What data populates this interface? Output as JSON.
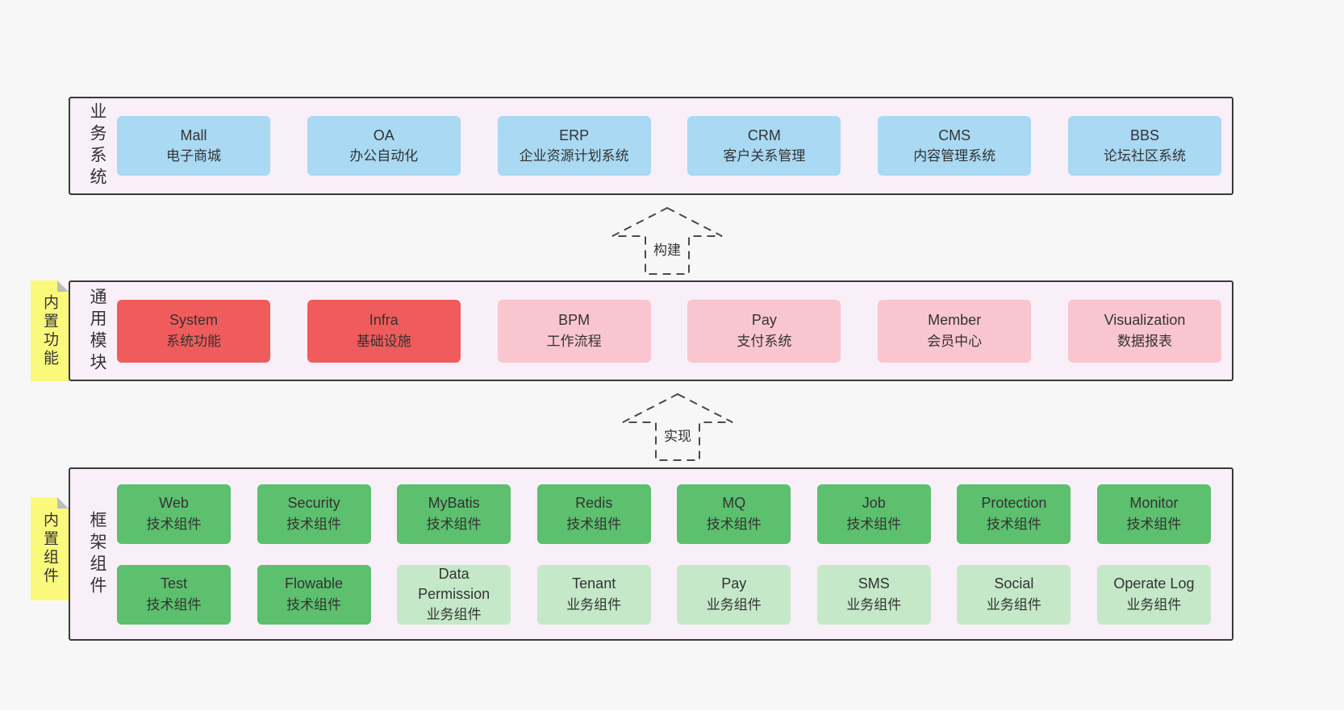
{
  "arrows": [
    {
      "label": "构建"
    },
    {
      "label": "实现"
    }
  ],
  "stickies": [
    {
      "label": "内置功能"
    },
    {
      "label": "内置组件"
    }
  ],
  "bands": [
    {
      "label": "业务系统",
      "boxes": [
        {
          "title": "Mall",
          "subtitle": "电子商城"
        },
        {
          "title": "OA",
          "subtitle": "办公自动化"
        },
        {
          "title": "ERP",
          "subtitle": "企业资源计划系统"
        },
        {
          "title": "CRM",
          "subtitle": "客户关系管理"
        },
        {
          "title": "CMS",
          "subtitle": "内容管理系统"
        },
        {
          "title": "BBS",
          "subtitle": "论坛社区系统"
        }
      ]
    },
    {
      "label": "通用模块",
      "boxes": [
        {
          "title": "System",
          "subtitle": "系统功能",
          "variant": "red"
        },
        {
          "title": "Infra",
          "subtitle": "基础设施",
          "variant": "red"
        },
        {
          "title": "BPM",
          "subtitle": "工作流程",
          "variant": "pink"
        },
        {
          "title": "Pay",
          "subtitle": "支付系统",
          "variant": "pink"
        },
        {
          "title": "Member",
          "subtitle": "会员中心",
          "variant": "pink"
        },
        {
          "title": "Visualization",
          "subtitle": "数据报表",
          "variant": "pink"
        }
      ]
    },
    {
      "label": "框架组件",
      "rows": [
        [
          {
            "title": "Web",
            "subtitle": "技术组件",
            "variant": "green"
          },
          {
            "title": "Security",
            "subtitle": "技术组件",
            "variant": "green"
          },
          {
            "title": "MyBatis",
            "subtitle": "技术组件",
            "variant": "green"
          },
          {
            "title": "Redis",
            "subtitle": "技术组件",
            "variant": "green"
          },
          {
            "title": "MQ",
            "subtitle": "技术组件",
            "variant": "green"
          },
          {
            "title": "Job",
            "subtitle": "技术组件",
            "variant": "green"
          },
          {
            "title": "Protection",
            "subtitle": "技术组件",
            "variant": "green"
          },
          {
            "title": "Monitor",
            "subtitle": "技术组件",
            "variant": "green"
          }
        ],
        [
          {
            "title": "Test",
            "subtitle": "技术组件",
            "variant": "green"
          },
          {
            "title": "Flowable",
            "subtitle": "技术组件",
            "variant": "green"
          },
          {
            "title": "Data Permission",
            "subtitle": "业务组件",
            "variant": "lightgreen"
          },
          {
            "title": "Tenant",
            "subtitle": "业务组件",
            "variant": "lightgreen"
          },
          {
            "title": "Pay",
            "subtitle": "业务组件",
            "variant": "lightgreen"
          },
          {
            "title": "SMS",
            "subtitle": "业务组件",
            "variant": "lightgreen"
          },
          {
            "title": "Social",
            "subtitle": "业务组件",
            "variant": "lightgreen"
          },
          {
            "title": "Operate Log",
            "subtitle": "业务组件",
            "variant": "lightgreen"
          }
        ]
      ]
    }
  ],
  "colors": {
    "page_bg": "#f7f7f7",
    "band_bg": "#f9eff8",
    "band_border": "#3a3a3a",
    "blue_box": "#a9d9f3",
    "red_box": "#f05c5c",
    "pink_box": "#f9c6cf",
    "green_box": "#5cc06e",
    "light_green_box": "#c5e8c9",
    "sticky_yellow": "#fbf97c"
  }
}
